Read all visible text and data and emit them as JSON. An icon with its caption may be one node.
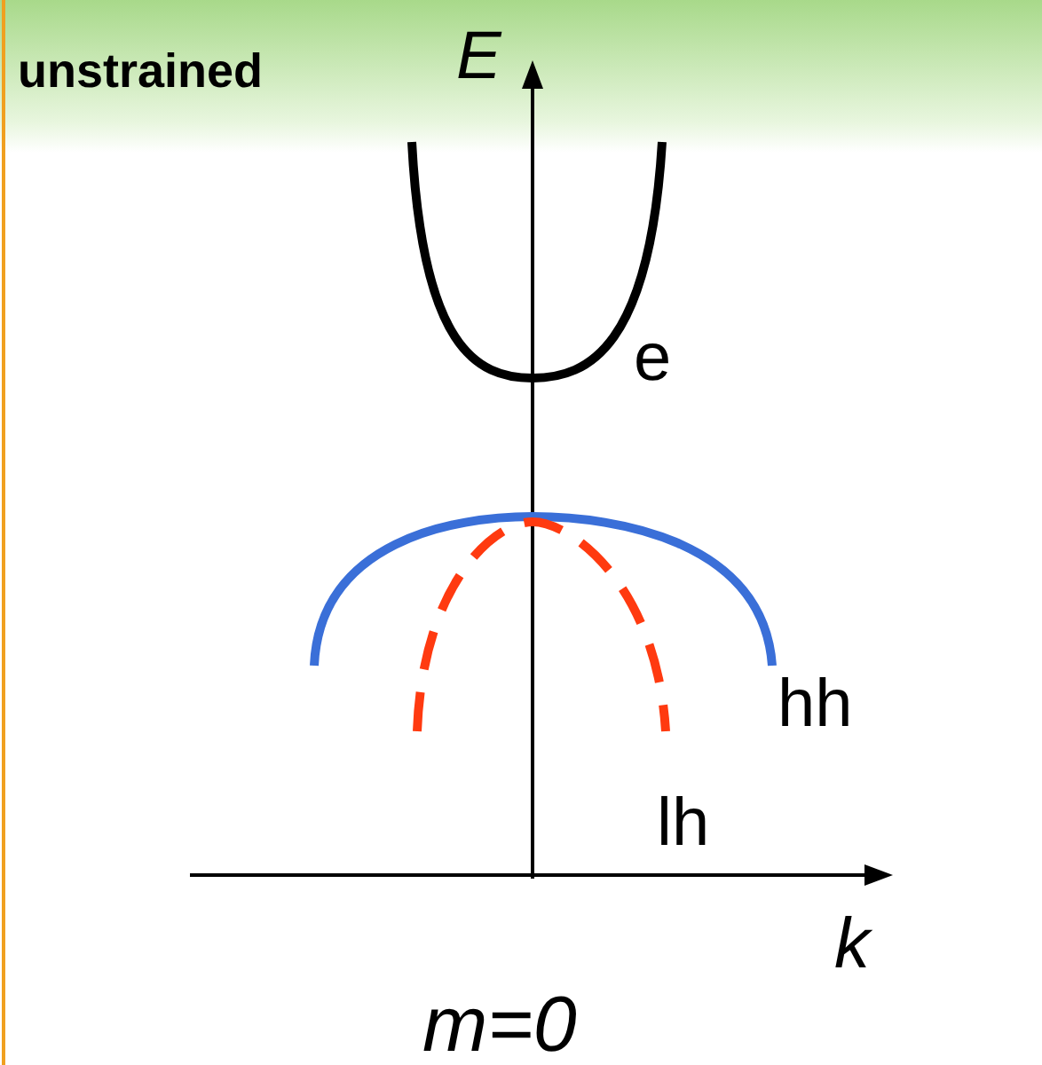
{
  "diagram": {
    "title": "unstrained",
    "labels": [
      "E",
      "e",
      "hh",
      "lh",
      "k",
      "m=0"
    ]
  }
}
